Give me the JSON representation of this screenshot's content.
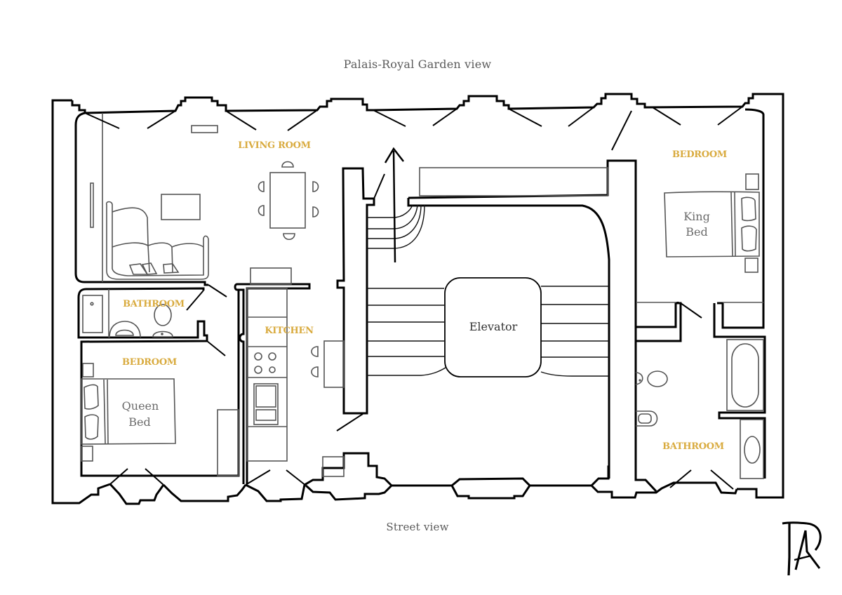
{
  "captions": {
    "top": "Palais-Royal Garden view",
    "bottom": "Street view"
  },
  "rooms": {
    "living_room": "LIVING ROOM",
    "bathroom_left": "BATHROOM",
    "kitchen": "KITCHEN",
    "bedroom_left": "BEDROOM",
    "bedroom_right": "BEDROOM",
    "bathroom_right": "BATHROOM"
  },
  "furniture_labels": {
    "queen_bed_line1": "Queen",
    "queen_bed_line2": "Bed",
    "king_bed_line1": "King",
    "king_bed_line2": "Bed",
    "elevator": "Elevator"
  },
  "colors": {
    "room_label": "#d9ab3f",
    "wall": "#000000",
    "furniture": "#555555",
    "caption": "#5a5a5a"
  },
  "logo": {
    "icon": "monogram-TA-icon"
  }
}
